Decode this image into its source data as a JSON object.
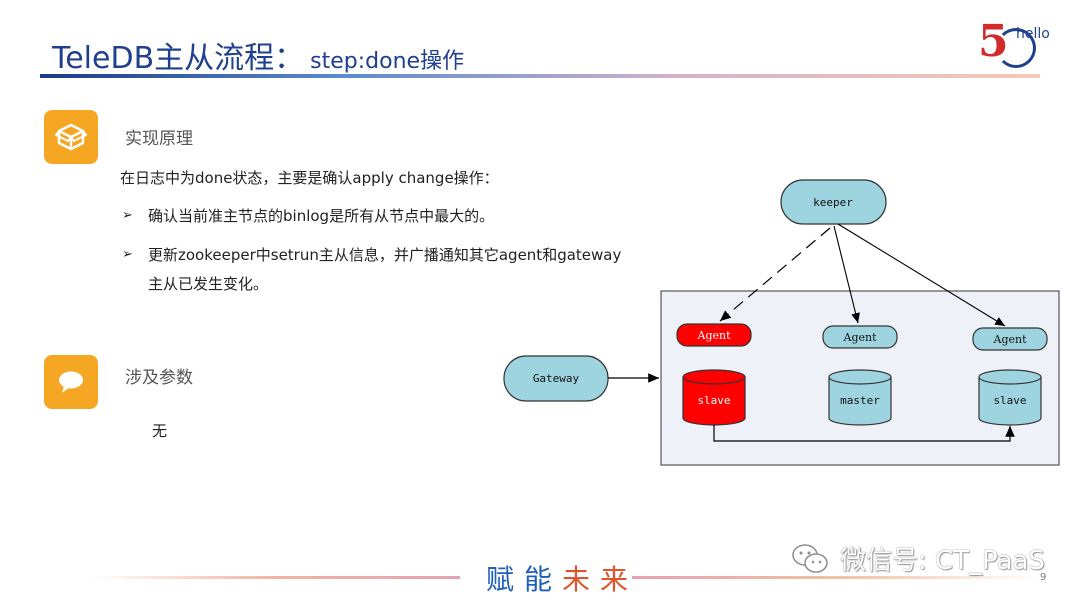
{
  "title": {
    "main": "TeleDB主从流程：",
    "sub": "step:done操作"
  },
  "logo": {
    "number": "5",
    "word": "hello"
  },
  "section1": {
    "heading": "实现原理",
    "intro": "在日志中为done状态，主要是确认apply change操作：",
    "bullets": [
      "确认当前准主节点的binlog是所有从节点中最大的。",
      "更新zookeeper中setrun主从信息，并广播通知其它agent和gateway",
      "主从已发生变化。"
    ]
  },
  "section2": {
    "heading": "涉及参数",
    "value": "无"
  },
  "diagram": {
    "keeper": "keeper",
    "gateway": "Gateway",
    "agent_left": "Agent",
    "agent_mid": "Agent",
    "agent_right": "Agent",
    "db_left": "slave",
    "db_mid": "master",
    "db_right": "slave",
    "colors": {
      "node_fill": "#9ed3e0",
      "highlight": "#ff0000",
      "cluster_bg": "#eef1f8"
    }
  },
  "footer": {
    "slogan_part1": "赋能",
    "slogan_part2": "未来",
    "watermark": "微信号: CT_PaaS",
    "page_number": "9"
  }
}
